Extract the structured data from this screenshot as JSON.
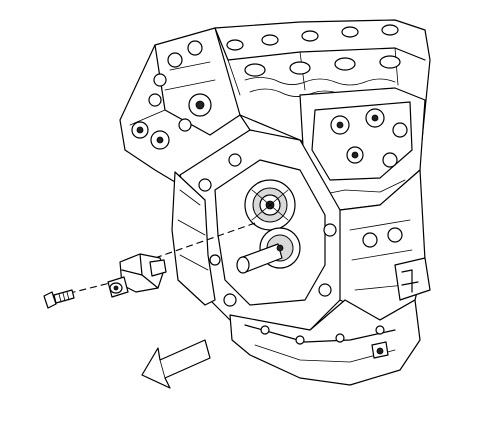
{
  "diagram": {
    "components": [
      {
        "id": "engine-block",
        "icon": "v6-engine-icon"
      },
      {
        "id": "crankshaft-sprocket",
        "icon": "sprocket-icon"
      },
      {
        "id": "camshaft-position-sensor",
        "icon": "sensor-icon"
      },
      {
        "id": "sensor-bolt",
        "icon": "bolt-icon"
      },
      {
        "id": "front-of-engine-arrow",
        "icon": "arrow-icon"
      }
    ],
    "line_color": "#000000",
    "background": "#ffffff"
  }
}
